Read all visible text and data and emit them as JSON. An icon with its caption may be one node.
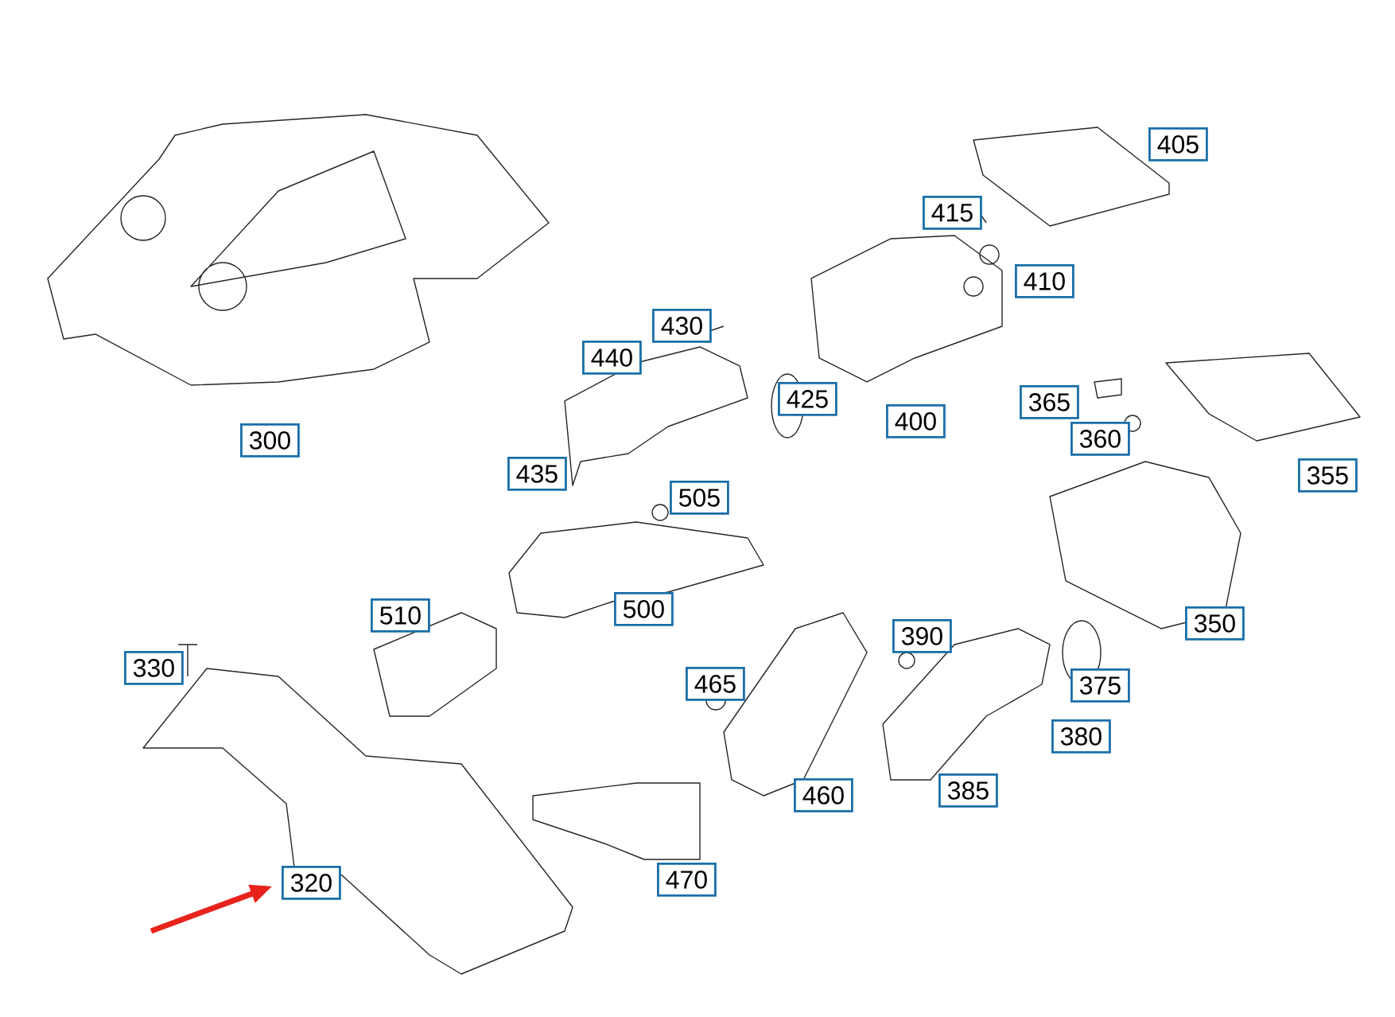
{
  "diagram": {
    "nodes": [
      {
        "text": [
          "405"
        ]
      },
      {
        "text": [
          "415"
        ]
      },
      {
        "text": [
          "410"
        ]
      },
      {
        "text": [
          "430"
        ]
      },
      {
        "text": [
          "440"
        ]
      },
      {
        "text": [
          "425"
        ]
      },
      {
        "text": [
          "365"
        ]
      },
      {
        "text": [
          "400"
        ]
      },
      {
        "text": [
          "300"
        ]
      },
      {
        "text": [
          "360"
        ]
      },
      {
        "text": [
          "435"
        ]
      },
      {
        "text": [
          "355"
        ]
      },
      {
        "text": [
          "505"
        ]
      },
      {
        "text": [
          "500"
        ]
      },
      {
        "text": [
          "510"
        ]
      },
      {
        "text": [
          "350"
        ]
      },
      {
        "text": [
          "390"
        ]
      },
      {
        "text": [
          "330"
        ]
      },
      {
        "text": [
          "465"
        ]
      },
      {
        "text": [
          "375"
        ]
      },
      {
        "text": [
          "380"
        ]
      },
      {
        "text": [
          "385"
        ]
      },
      {
        "text": [
          "460"
        ]
      },
      {
        "text": [
          "320"
        ]
      },
      {
        "text": [
          "470"
        ]
      }
    ],
    "edges": [
      {
        "from": null,
        "to": 23,
        "arrow": "to",
        "color": "#e8231c"
      }
    ]
  }
}
